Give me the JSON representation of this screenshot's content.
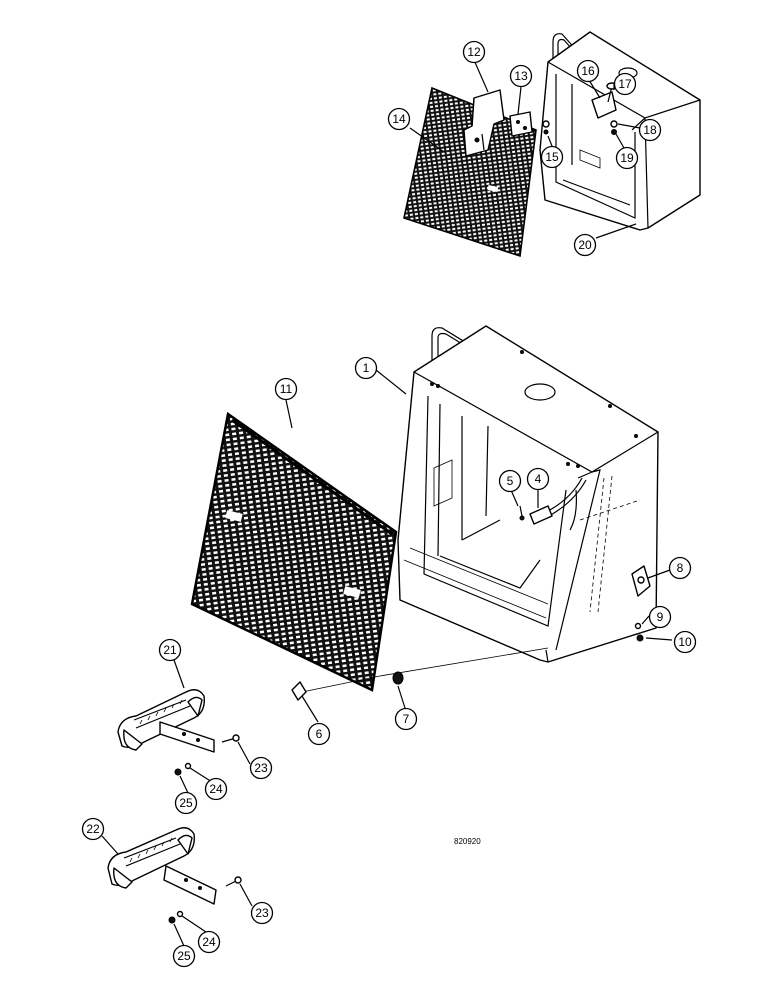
{
  "drawing_code": "820920",
  "callouts": [
    {
      "id": "1",
      "label": "1"
    },
    {
      "id": "4",
      "label": "4"
    },
    {
      "id": "5",
      "label": "5"
    },
    {
      "id": "6",
      "label": "6"
    },
    {
      "id": "7",
      "label": "7"
    },
    {
      "id": "8",
      "label": "8"
    },
    {
      "id": "9",
      "label": "9"
    },
    {
      "id": "10",
      "label": "10"
    },
    {
      "id": "11",
      "label": "11"
    },
    {
      "id": "12",
      "label": "12"
    },
    {
      "id": "13",
      "label": "13"
    },
    {
      "id": "14",
      "label": "14"
    },
    {
      "id": "15",
      "label": "15"
    },
    {
      "id": "16",
      "label": "16"
    },
    {
      "id": "17",
      "label": "17"
    },
    {
      "id": "18",
      "label": "18"
    },
    {
      "id": "19",
      "label": "19"
    },
    {
      "id": "20",
      "label": "20"
    },
    {
      "id": "21",
      "label": "21"
    },
    {
      "id": "22",
      "label": "22"
    },
    {
      "id": "23a",
      "label": "23"
    },
    {
      "id": "24a",
      "label": "24"
    },
    {
      "id": "25a",
      "label": "25"
    },
    {
      "id": "23b",
      "label": "23"
    },
    {
      "id": "24b",
      "label": "24"
    },
    {
      "id": "25b",
      "label": "25"
    }
  ]
}
